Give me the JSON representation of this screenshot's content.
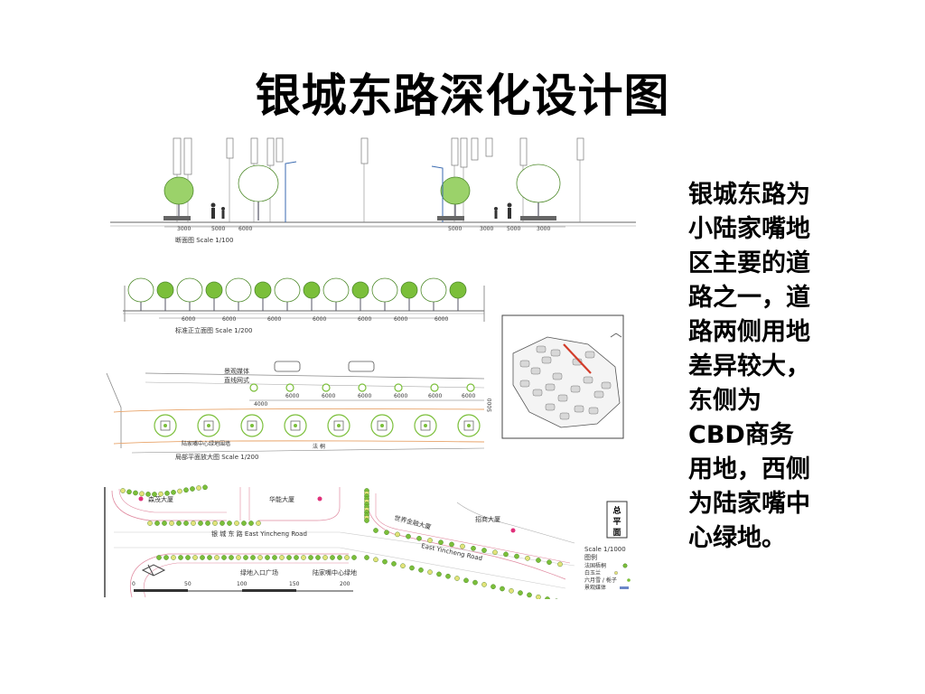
{
  "slide": {
    "title": "银城东路深化设计图",
    "description_lines": [
      "银城东路为",
      "小陆家嘴地",
      "区主要的道",
      "路之一，道",
      "路两侧用地",
      "差异较大，",
      "东侧为",
      "CBD商务",
      "用地，西侧",
      "为陆家嘴中",
      "心绿地。"
    ]
  },
  "drawing": {
    "section": {
      "caption": "断面图  Scale 1/100",
      "dims": [
        "3000",
        "5000",
        "6000",
        "5000",
        "3000",
        "5000",
        "3000"
      ]
    },
    "elevation": {
      "caption": "标准正立面图  Scale 1/200",
      "dims": [
        "6000",
        "6000",
        "6000",
        "6000",
        "6000",
        "6000",
        "6000"
      ]
    },
    "plan_detail": {
      "caption": "局部平面放大图  Scale 1/200",
      "label_1": "景观媒体",
      "label_2": "直线网式",
      "label_3": "陆家嘴中心绿地围墙",
      "label_4": "法   桐",
      "dims": [
        "4000",
        "6000",
        "6000",
        "6000",
        "6000",
        "6000",
        "6000"
      ],
      "side_dim": "5000"
    },
    "master_plan": {
      "title_box": "总平面图",
      "scale": "Scale 1/1000",
      "legend_title": "图例",
      "legend_items": [
        "法国梧桐",
        "白玉兰",
        "六月雪 / 栀子",
        "景观媒体"
      ],
      "buildings": [
        "森茂大厦",
        "华能大厦",
        "世界金融大厦",
        "招商大厦"
      ],
      "road_labels": [
        "银  城  东  路   East Yincheng Road",
        "East Yincheng Road"
      ],
      "bottom_labels": [
        "绿地入口广场",
        "陆家嘴中心绿地"
      ],
      "scale_bar": [
        "0",
        "50",
        "100",
        "150",
        "200"
      ]
    }
  },
  "colors": {
    "title": "#000000",
    "tree_green": "#7bbf3a",
    "road_orange": "#e8a46a",
    "red_route": "#d23c2a",
    "marker_pink": "#e0307a"
  }
}
